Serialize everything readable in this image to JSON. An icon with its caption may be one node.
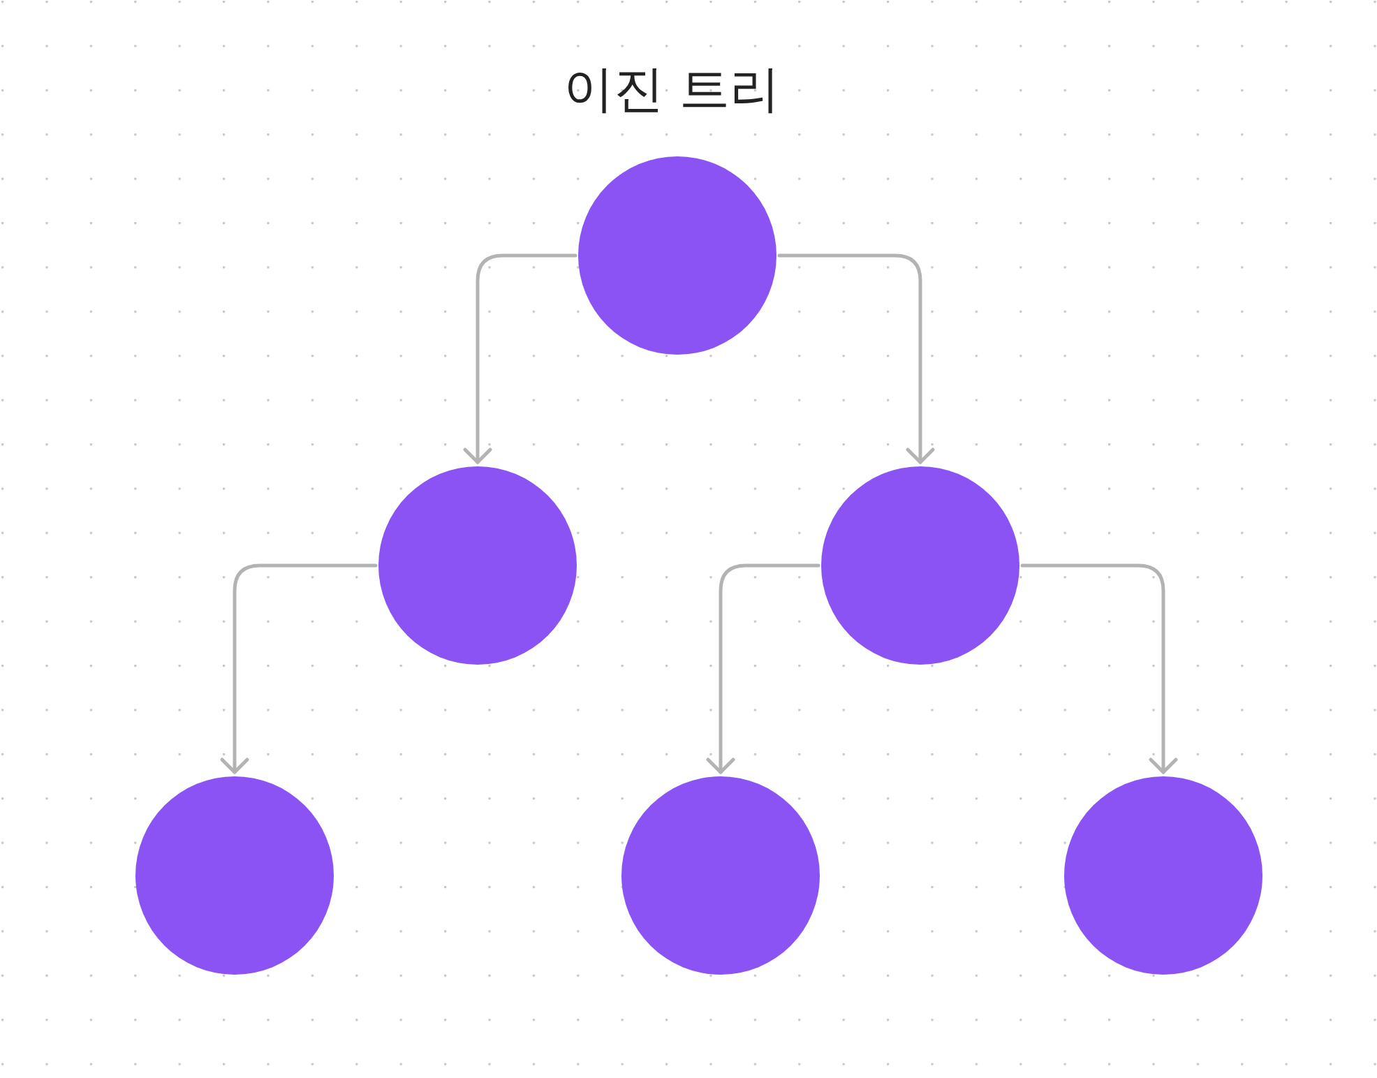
{
  "diagram": {
    "title": "이진 트리",
    "nodes": [
      {
        "text": [],
        "shape": "circle"
      },
      {
        "text": [],
        "shape": "circle"
      },
      {
        "text": [],
        "shape": "circle"
      },
      {
        "text": [],
        "shape": "circle"
      },
      {
        "text": [],
        "shape": "circle"
      },
      {
        "text": [],
        "shape": "circle"
      }
    ],
    "edges": [
      {
        "from": 0,
        "to": 1,
        "arrow": "to"
      },
      {
        "from": 0,
        "to": 2,
        "arrow": "to"
      },
      {
        "from": 1,
        "to": 3,
        "arrow": "to"
      },
      {
        "from": 2,
        "to": 4,
        "arrow": "to"
      },
      {
        "from": 2,
        "to": 5,
        "arrow": "to"
      }
    ]
  }
}
